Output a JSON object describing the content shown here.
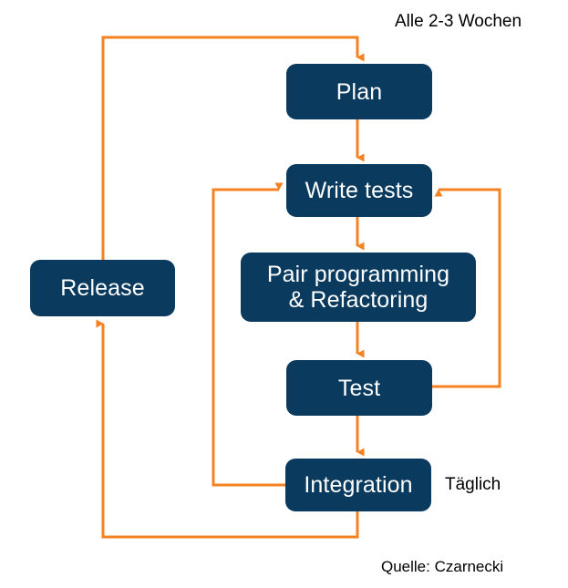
{
  "diagram": {
    "title_annotation": "Alle 2-3 Wochen",
    "daily_annotation": "Täglich",
    "source_annotation": "Quelle: Czarnecki",
    "colors": {
      "node_fill": "#0A3A5E",
      "node_text": "#FFFFFF",
      "arrow": "#F58220",
      "background": "#FFFFFF",
      "annotation_text": "#000000"
    },
    "nodes": [
      {
        "id": "plan",
        "label": "Plan"
      },
      {
        "id": "write-tests",
        "label": "Write tests"
      },
      {
        "id": "pair-programming",
        "label": "Pair programming\n& Refactoring"
      },
      {
        "id": "test",
        "label": "Test"
      },
      {
        "id": "integration",
        "label": "Integration"
      },
      {
        "id": "release",
        "label": "Release"
      }
    ],
    "edges": [
      {
        "from": "release",
        "to": "plan",
        "cadence": "Alle 2-3 Wochen"
      },
      {
        "from": "plan",
        "to": "write-tests",
        "cadence": ""
      },
      {
        "from": "write-tests",
        "to": "pair-programming",
        "cadence": ""
      },
      {
        "from": "pair-programming",
        "to": "test",
        "cadence": ""
      },
      {
        "from": "test",
        "to": "write-tests",
        "cadence": ""
      },
      {
        "from": "test",
        "to": "integration",
        "cadence": ""
      },
      {
        "from": "integration",
        "to": "write-tests",
        "cadence": "Täglich"
      },
      {
        "from": "integration",
        "to": "release",
        "cadence": ""
      }
    ]
  }
}
